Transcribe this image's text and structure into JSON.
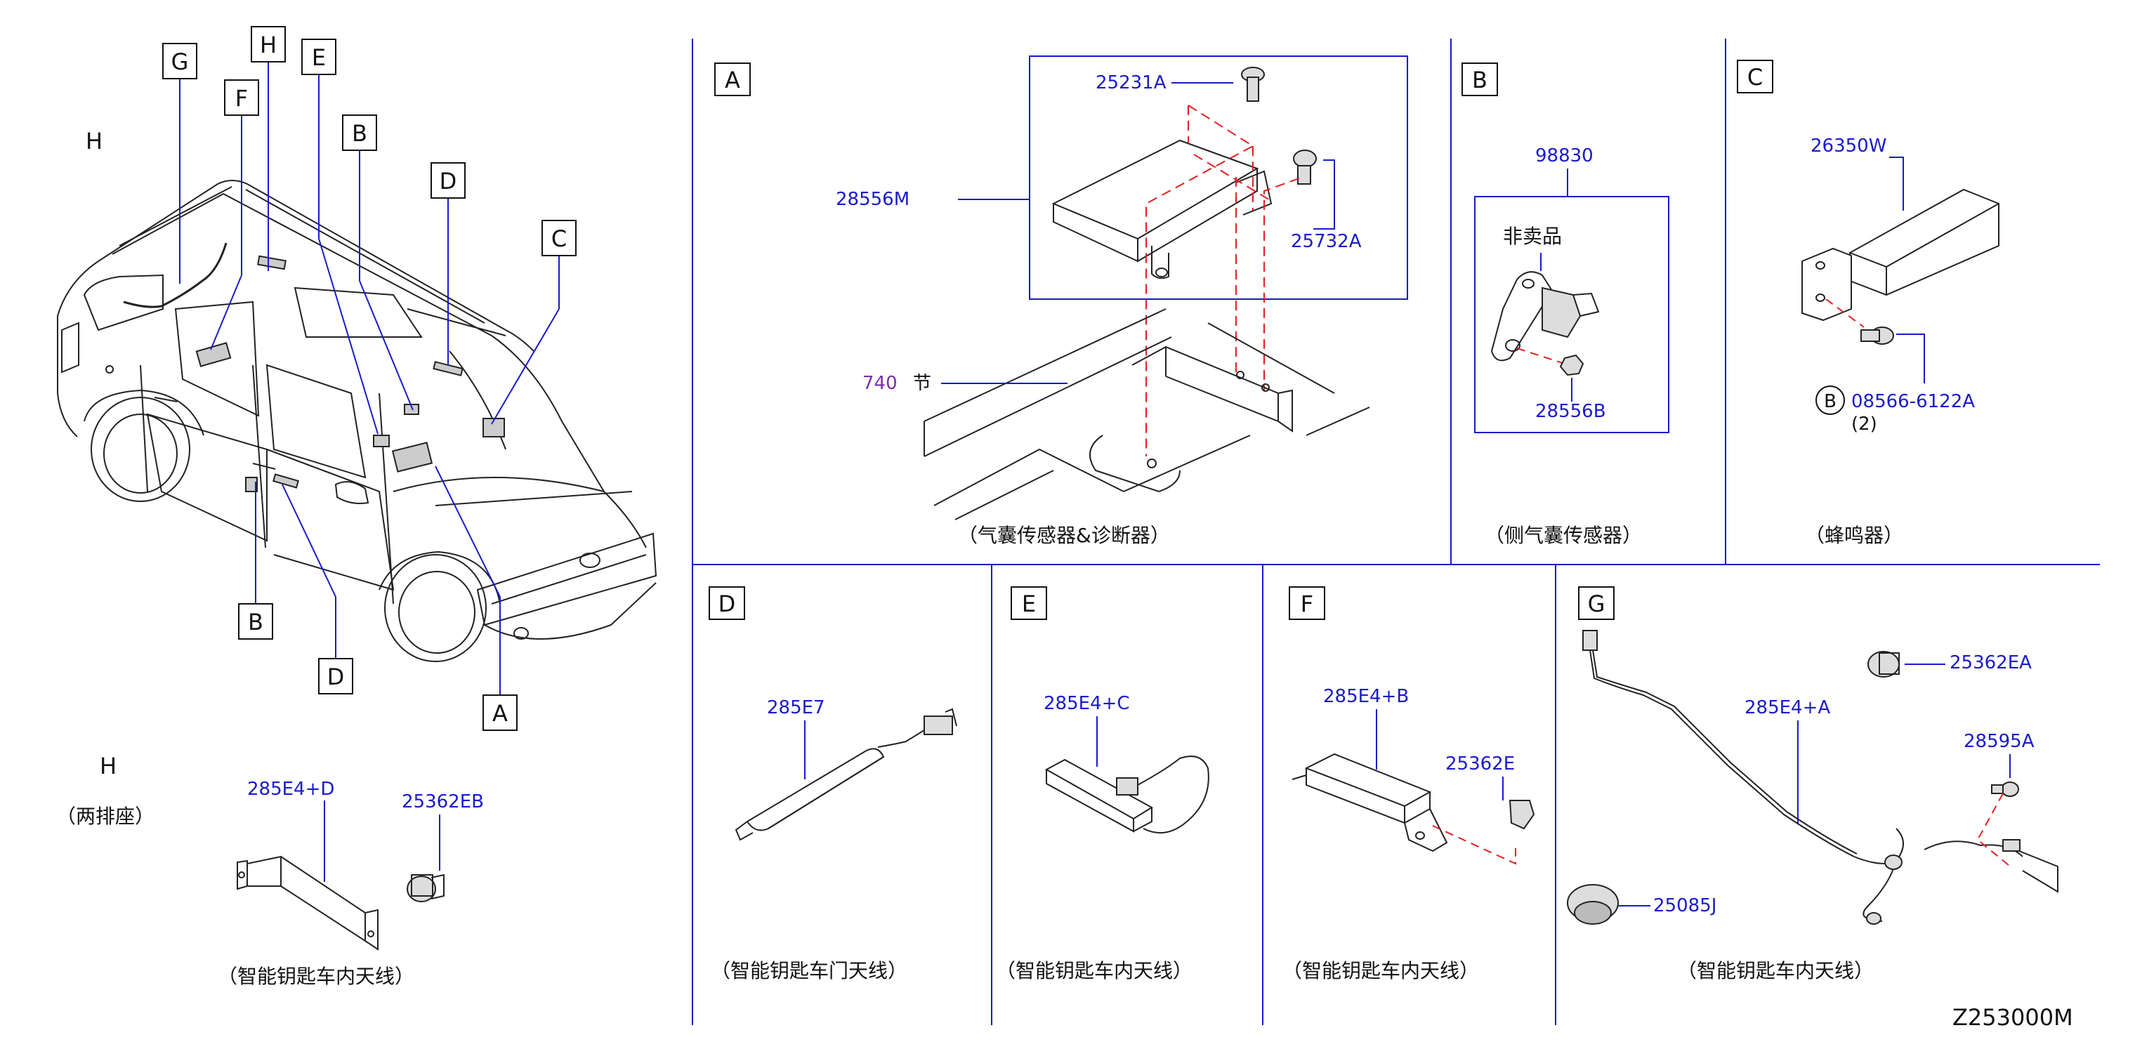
{
  "diagram_code": "Z253000M",
  "overview": {
    "view_label": "H",
    "callouts": [
      "G",
      "H",
      "E",
      "F",
      "B",
      "D",
      "C",
      "B",
      "D",
      "A"
    ]
  },
  "section_h_two_row": {
    "letter": "H",
    "variant_note": "（两排座）",
    "parts": [
      "285E4+D",
      "25362EB"
    ],
    "caption": "（智能钥匙车内天线）"
  },
  "section_a": {
    "letter": "A",
    "parts": [
      "25231A",
      "28556M",
      "25732A"
    ],
    "section_ref_num": "740",
    "section_ref_text": "节",
    "caption": "（气囊传感器&诊断器）"
  },
  "section_b": {
    "letter": "B",
    "parts": [
      "98830",
      "28556B"
    ],
    "not_for_sale": "非卖品",
    "caption": "（侧气囊传感器）"
  },
  "section_c": {
    "letter": "C",
    "parts": [
      "26350W",
      "08566-6122A"
    ],
    "circled_ref": "B",
    "qty": "(2)",
    "caption": "（蜂鸣器）"
  },
  "section_d": {
    "letter": "D",
    "parts": [
      "285E7"
    ],
    "caption": "（智能钥匙车门天线）"
  },
  "section_e": {
    "letter": "E",
    "parts": [
      "285E4+C"
    ],
    "caption": "（智能钥匙车内天线）"
  },
  "section_f": {
    "letter": "F",
    "parts": [
      "285E4+B",
      "25362E"
    ],
    "caption": "（智能钥匙车内天线）"
  },
  "section_g": {
    "letter": "G",
    "parts": [
      "25362EA",
      "285E4+A",
      "28595A",
      "25085J"
    ],
    "caption": "（智能钥匙车内天线）"
  },
  "colors": {
    "part_number": "#1a1acc",
    "section_ref": "#7a2fb0",
    "dashed": "#e02020",
    "line": "#1a1acc"
  }
}
